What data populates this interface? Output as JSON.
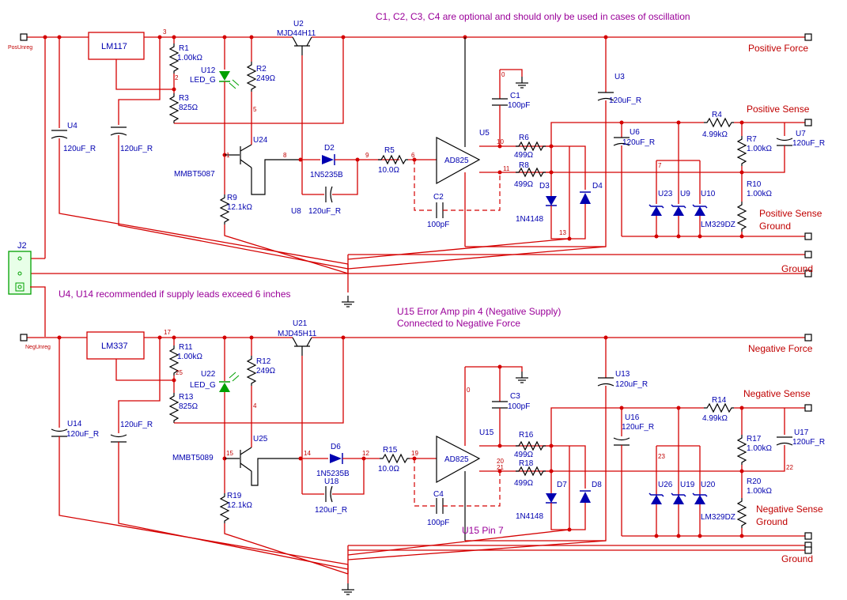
{
  "notes": {
    "top": "C1, C2, C3, C4 are optional and should only be used in cases of oscillation",
    "mid": "U4, U14 recommended if supply leads exceed 6 inches",
    "u15_1": "U15 Error Amp pin 4 (Negative Supply)",
    "u15_2": "Connected to Negative Force",
    "u15_pin7": "U15 Pin 7"
  },
  "ports": {
    "posunreg": "PosUnreg",
    "negunreg": "NegUnreg",
    "pos_force": "Positive Force",
    "pos_sense": "Positive Sense",
    "pos_sense_gnd1": "Positive Sense",
    "pos_sense_gnd2": "Ground",
    "ground1": "Ground",
    "neg_force": "Negative Force",
    "neg_sense": "Negative Sense",
    "neg_sense_gnd1": "Negative Sense",
    "neg_sense_gnd2": "Ground",
    "ground2": "Ground"
  },
  "top": {
    "lm117": "LM117",
    "u2": "U2",
    "u2v": "MJD44H11",
    "r1": "R1",
    "r1v": "1.00kΩ",
    "r2": "R2",
    "r2v": "249Ω",
    "r3": "R3",
    "r3v": "825Ω",
    "u12": "U12",
    "u12v": "LED_G",
    "u4": "U4",
    "u4v": "120uF_R",
    "cap2v": "120uF_R",
    "u24": "U24",
    "u24v": "MMBT5087",
    "r9": "R9",
    "r9v": "12.1kΩ",
    "d2": "D2",
    "d2v": "1N5235B",
    "u8": "U8",
    "u8v": "120uF_R",
    "r5": "R5",
    "r5v": "10.0Ω",
    "c2": "C2",
    "c2v": "100pF",
    "u5": "U5",
    "u5v": "AD825",
    "c1": "C1",
    "c1v": "100pF",
    "r6": "R6",
    "r6v": "499Ω",
    "r8": "R8",
    "r8v": "499Ω",
    "d3": "D3",
    "d4": "D4",
    "d34v": "1N4148",
    "u3": "U3",
    "u3v": "120uF_R",
    "u6": "U6",
    "u6v": "120uF_R",
    "r4": "R4",
    "r4v": "4.99kΩ",
    "r7": "R7",
    "r7v": "1.00kΩ",
    "u7": "U7",
    "u7v": "120uF_R",
    "r10": "R10",
    "r10v": "1.00kΩ",
    "u23": "U23",
    "u9": "U9",
    "u10": "U10",
    "zv": "LM329DZ",
    "j2": "J2"
  },
  "bot": {
    "lm337": "LM337",
    "u21": "U21",
    "u21v": "MJD45H11",
    "r11": "R11",
    "r11v": "1.00kΩ",
    "r12": "R12",
    "r12v": "249Ω",
    "r13": "R13",
    "r13v": "825Ω",
    "u22": "U22",
    "u22v": "LED_G",
    "u14": "U14",
    "u14v": "120uF_R",
    "cap2v": "120uF_R",
    "u25": "U25",
    "u25v": "MMBT5089",
    "r19": "R19",
    "r19v": "12.1kΩ",
    "d6": "D6",
    "d6v": "1N5235B",
    "u18": "U18",
    "u18v": "120uF_R",
    "r15": "R15",
    "r15v": "10.0Ω",
    "c4": "C4",
    "c4v": "100pF",
    "u15": "U15",
    "u15v": "AD825",
    "c3": "C3",
    "c3v": "100pF",
    "r16": "R16",
    "r16v": "499Ω",
    "r18": "R18",
    "r18v": "499Ω",
    "d7": "D7",
    "d8": "D8",
    "d78v": "1N4148",
    "u13": "U13",
    "u13v": "120uF_R",
    "u16": "U16",
    "u16v": "120uF_R",
    "r14": "R14",
    "r14v": "4.99kΩ",
    "r17": "R17",
    "r17v": "1.00kΩ",
    "u17": "U17",
    "u17v": "120uF_R",
    "r20": "R20",
    "r20v": "1.00kΩ",
    "u26": "U26",
    "u19": "U19",
    "u20": "U20",
    "zv": "LM329DZ"
  },
  "nodes": {
    "n3": "3",
    "n2": "2",
    "n5": "5",
    "n1": "1",
    "n8": "8",
    "n9": "9",
    "n6": "6",
    "n0": "0",
    "n10": "10",
    "n11": "11",
    "n7": "7",
    "n13": "13",
    "n17": "17",
    "n25": "25",
    "n4": "4",
    "n15": "15",
    "n14": "14",
    "n12": "12",
    "n19": "19",
    "n0b": "0",
    "n20": "20",
    "n21": "21",
    "n23": "23",
    "n22": "22"
  }
}
